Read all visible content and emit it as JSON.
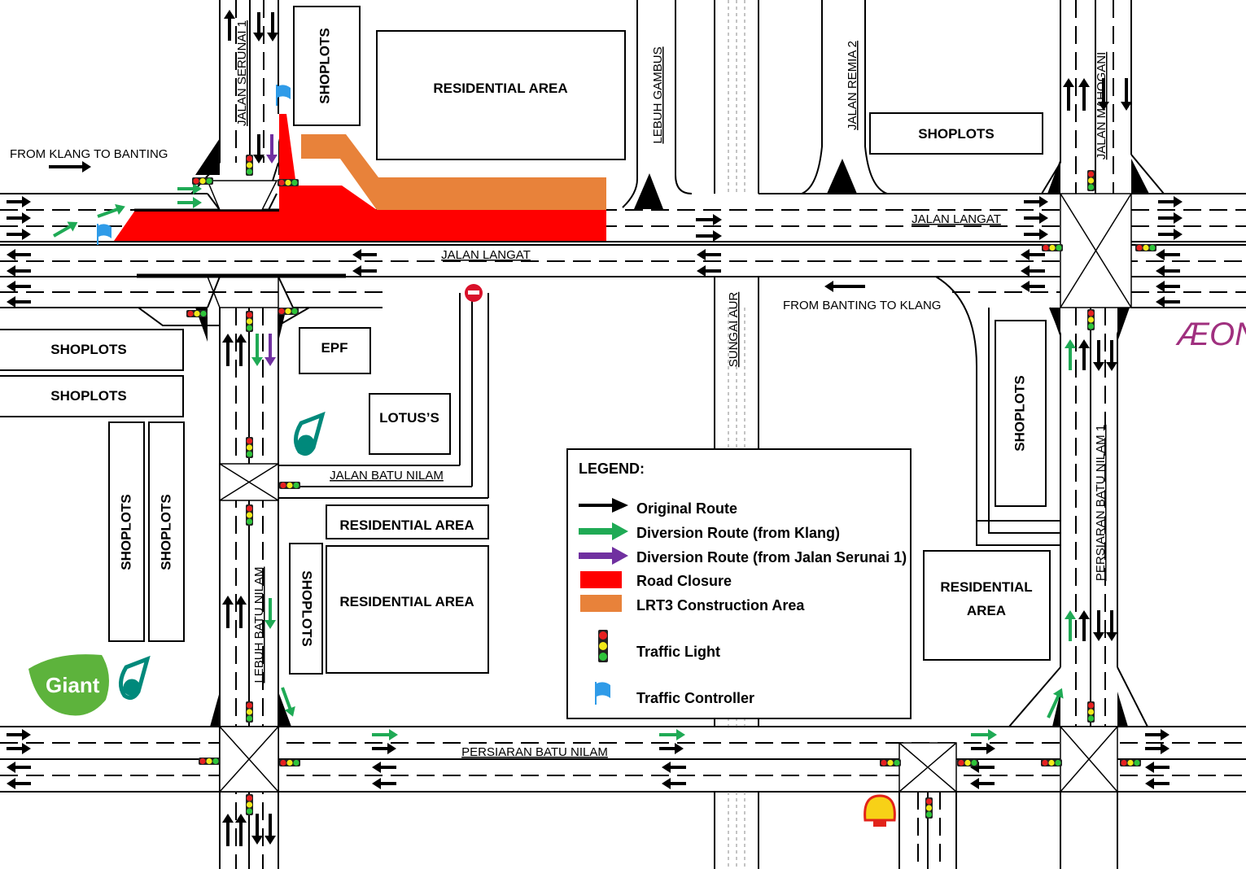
{
  "roads": {
    "jalan_serunai_1": "JALAN SERUNAI 1",
    "lebuh_gambus": "LEBUH GAMBUS",
    "jalan_remia_2": "JALAN REMIA 2",
    "jalan_mahogani": "JALAN MAHOGANI",
    "jalan_langat_west": "JALAN LANGAT",
    "jalan_langat_east": "JALAN LANGAT",
    "sungai_aur": "SUNGAI AUR",
    "jalan_batu_nilam": "JALAN BATU NILAM",
    "lebuh_batu_nilam": "LEBUH BATU NILAM",
    "persiaran_batu_nilam": "PERSIARAN BATU NILAM",
    "persiaran_batu_nilam_1": "PERSIARAN BATU NILAM 1"
  },
  "directions": {
    "klang_to_banting": "FROM KLANG TO BANTING",
    "banting_to_klang": "FROM BANTING TO KLANG"
  },
  "buildings": {
    "shoplots_top": "SHOPLOTS",
    "residential_top": "RESIDENTIAL AREA",
    "shoplots_top_right": "SHOPLOTS",
    "shoplots_left_1": "SHOPLOTS",
    "shoplots_left_2": "SHOPLOTS",
    "shoplots_vert_1": "SHOPLOTS",
    "shoplots_vert_2": "SHOPLOTS",
    "epf": "EPF",
    "lotus": "LOTUS’S",
    "residential_mid": "RESIDENTIAL AREA",
    "shoplots_mid": "SHOPLOTS",
    "residential_low": "RESIDENTIAL AREA",
    "shoplots_right": "SHOPLOTS",
    "residential_right_1": "RESIDENTIAL",
    "residential_right_2": "AREA"
  },
  "logos": {
    "giant": "Giant",
    "aeon": "ÆON"
  },
  "legend": {
    "title": "LEGEND:",
    "items": [
      {
        "label": "Original Route",
        "color": "#000000"
      },
      {
        "label": "Diversion Route (from Klang)",
        "color": "#1faa55"
      },
      {
        "label": "Diversion Route (from Jalan Serunai 1)",
        "color": "#7030a0"
      },
      {
        "label": "Road Closure",
        "color": "#ff0000"
      },
      {
        "label": "LRT3 Construction Area",
        "color": "#e8823a"
      },
      {
        "label": "Traffic Light",
        "color": "#000000"
      },
      {
        "label": "Traffic Controller",
        "color": "#2f9be8"
      }
    ]
  },
  "colors": {
    "closure": "#ff0000",
    "construction": "#e8823a",
    "diversion_klang": "#1faa55",
    "diversion_serunai": "#7030a0",
    "flag": "#2f9be8",
    "aeon": "#a0307f",
    "giant": "#5db33c",
    "petronas": "#00897b"
  }
}
